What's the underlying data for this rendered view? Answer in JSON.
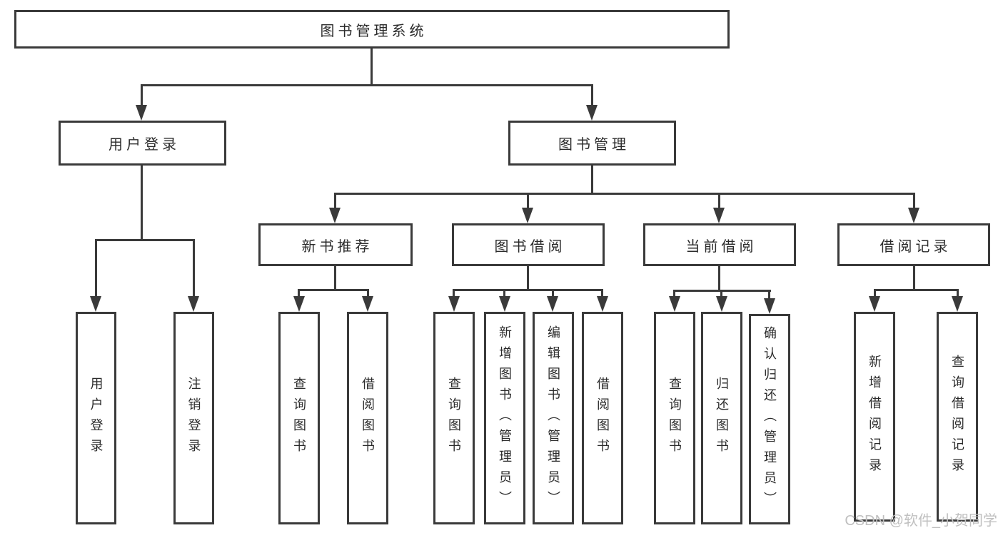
{
  "tree": {
    "root": "图书管理系统",
    "children": [
      {
        "label": "用户登录",
        "children": [
          "用户登录",
          "注销登录"
        ]
      },
      {
        "label": "图书管理",
        "children": [
          {
            "label": "新书推荐",
            "children": [
              "查询图书",
              "借阅图书"
            ]
          },
          {
            "label": "图书借阅",
            "children": [
              "查询图书",
              "新增图书（管理员）",
              "编辑图书（管理员）",
              "借阅图书"
            ]
          },
          {
            "label": "当前借阅",
            "children": [
              "查询图书",
              "归还图书",
              "确认归还（管理员）"
            ]
          },
          {
            "label": "借阅记录",
            "children": [
              "新增借阅记录",
              "查询借阅记录"
            ]
          }
        ]
      }
    ]
  },
  "colors": {
    "line": "#3a3a3a",
    "text": "#2b2b2b",
    "watermark": "#c0c0c0",
    "background": "#ffffff"
  },
  "watermark": {
    "text": "CSDN @软件_小贺同学"
  }
}
